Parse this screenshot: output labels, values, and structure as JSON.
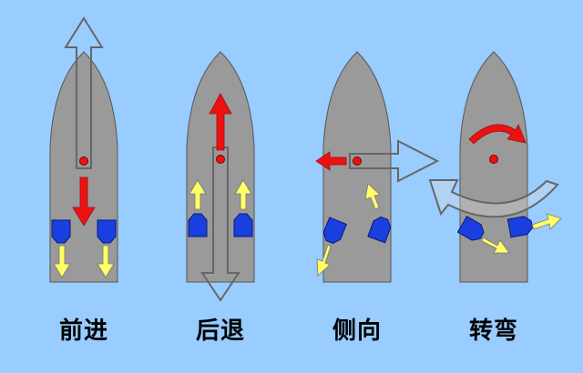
{
  "colors": {
    "background": "#99ccff",
    "hull": "#9a9a9a",
    "hull_outline": "#555555",
    "thruster": "#1a3fe0",
    "thrust_arrow": "#ffff66",
    "motion_arrow": "#ee1111",
    "resultant_arrow": "#cccccc"
  },
  "panels": [
    {
      "id": "forward",
      "caption": "前进"
    },
    {
      "id": "backward",
      "caption": "后退"
    },
    {
      "id": "sideways",
      "caption": "侧向"
    },
    {
      "id": "turning",
      "caption": "转弯"
    }
  ]
}
